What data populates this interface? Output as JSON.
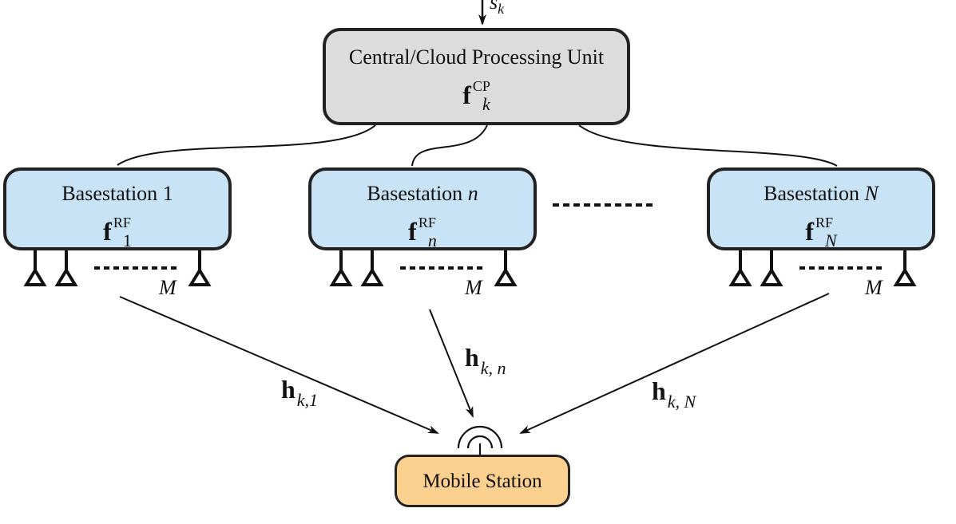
{
  "central_unit": {
    "title": "Central/Cloud Processing Unit",
    "vector_base": "f",
    "vector_sup": "CP",
    "vector_sub": "k"
  },
  "input_signal": {
    "label": "s",
    "sub": "k"
  },
  "basestations": [
    {
      "title_prefix": "Basestation ",
      "title_index": "1",
      "vector_base": "f",
      "vector_sup": "RF",
      "vector_sub": "1",
      "antenna_label": "M"
    },
    {
      "title_prefix": "Basestation ",
      "title_index": "n",
      "vector_base": "f",
      "vector_sup": "RF",
      "vector_sub": "n",
      "antenna_label": "M"
    },
    {
      "title_prefix": "Basestation ",
      "title_index": "N",
      "vector_base": "f",
      "vector_sup": "RF",
      "vector_sub": "N",
      "antenna_label": "M"
    }
  ],
  "channels": [
    {
      "base": "h",
      "sub": "k,1"
    },
    {
      "base": "h",
      "sub": "k, n"
    },
    {
      "base": "h",
      "sub": "k, N"
    }
  ],
  "mobile_station": {
    "title": "Mobile Station"
  },
  "colors": {
    "central_fill": "#dcdcdc",
    "basestation_fill": "#c9e3f6",
    "mobile_fill": "#fcd08f",
    "stroke": "#222222"
  }
}
